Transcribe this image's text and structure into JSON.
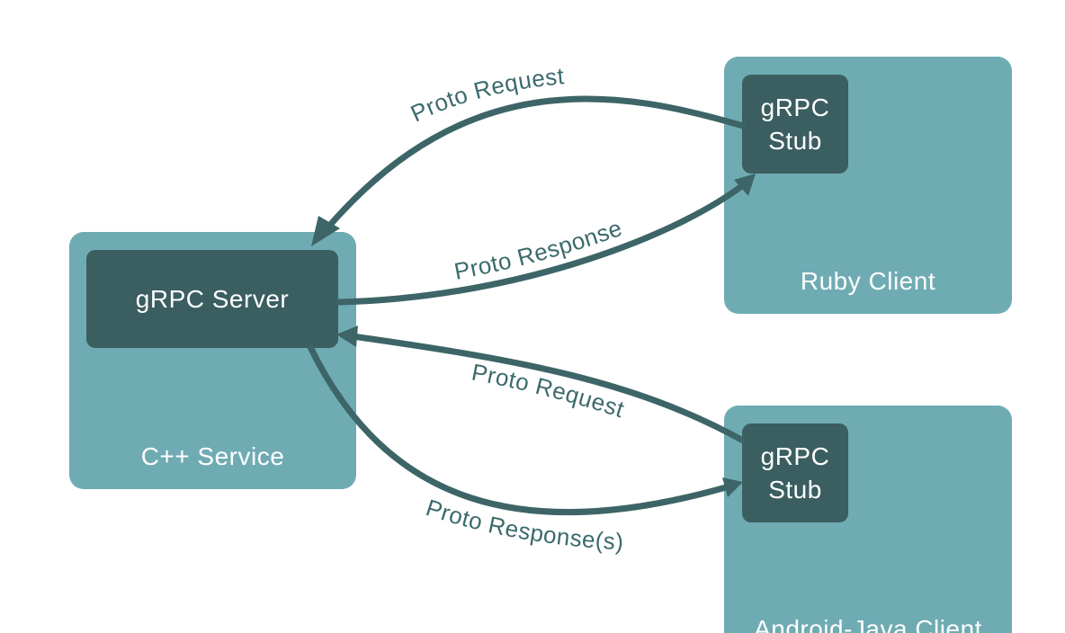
{
  "colors": {
    "panel": "#6fabb3",
    "inner": "#3b5e60",
    "arrow": "#3d6567",
    "text_dark": "#3b6a6c",
    "text_light": "#ffffff"
  },
  "server": {
    "panel_label": "C++ Service",
    "box_label": "gRPC Server"
  },
  "ruby": {
    "panel_label": "Ruby Client",
    "stub_line1": "gRPC",
    "stub_line2": "Stub"
  },
  "android": {
    "panel_label": "Android-Java Client",
    "stub_line1": "gRPC",
    "stub_line2": "Stub"
  },
  "edges": {
    "ruby_request": "Proto Request",
    "ruby_response": "Proto Response",
    "android_request": "Proto Request",
    "android_response": "Proto Response(s)"
  }
}
